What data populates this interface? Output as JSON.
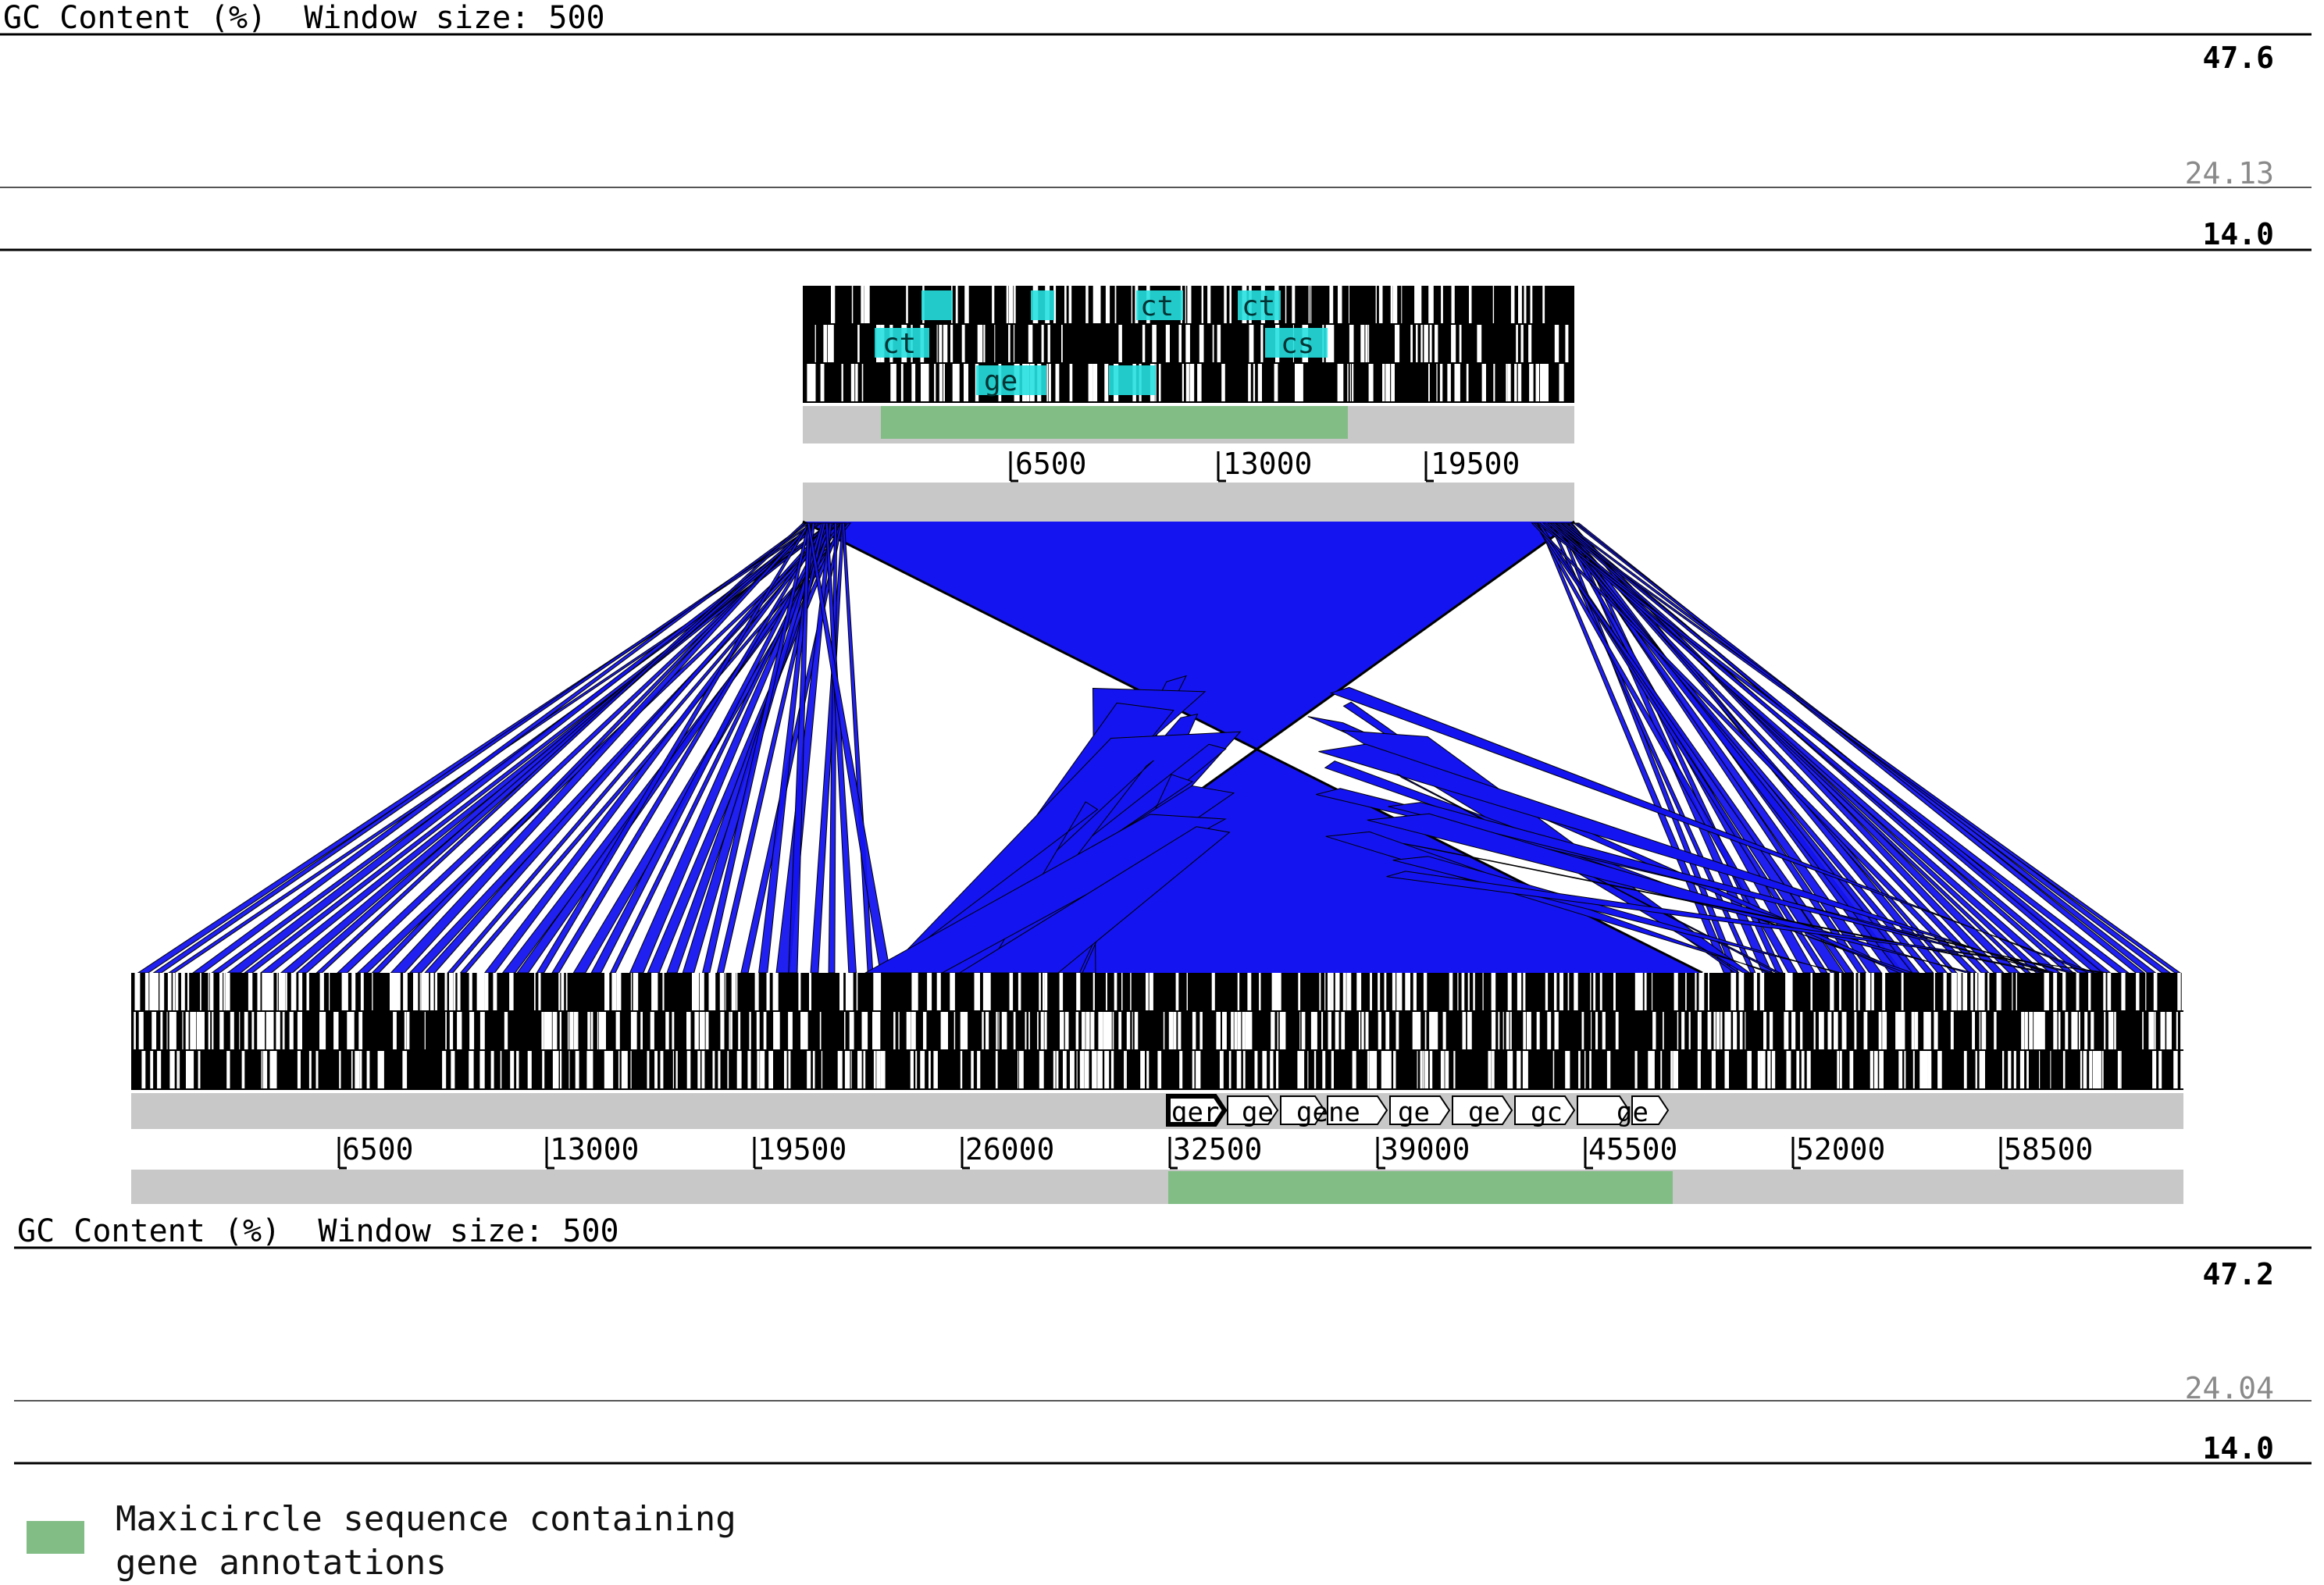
{
  "top_panel": {
    "gc_title": "GC Content (%)  Window size: 500",
    "gc_max": "47.6",
    "gc_mean": "24.13",
    "gc_min": "14.0",
    "ticks": [
      "6500",
      "13000",
      "19500"
    ]
  },
  "bottom_panel": {
    "gc_title": "GC Content (%)  Window size: 500",
    "gc_max": "47.2",
    "gc_mean": "24.04",
    "gc_min": "14.0",
    "ticks": [
      "6500",
      "13000",
      "19500",
      "26000",
      "32500",
      "39000",
      "45500",
      "52000",
      "58500"
    ]
  },
  "top_gene_labels": [
    "ct",
    "ct",
    "cs",
    "ct",
    "ge"
  ],
  "bottom_gene_labels": [
    "ger",
    "ge",
    "gene",
    "ge",
    "ge",
    "gc",
    "ge"
  ],
  "legend": {
    "text": "Maxicircle sequence containing\ngene annotations",
    "color": "#82bd86"
  },
  "colors": {
    "match": "#1414f0",
    "track_gray": "#c8c8c8",
    "annotation_green": "#82bd86",
    "feature_cyan": "#27e0e0"
  }
}
